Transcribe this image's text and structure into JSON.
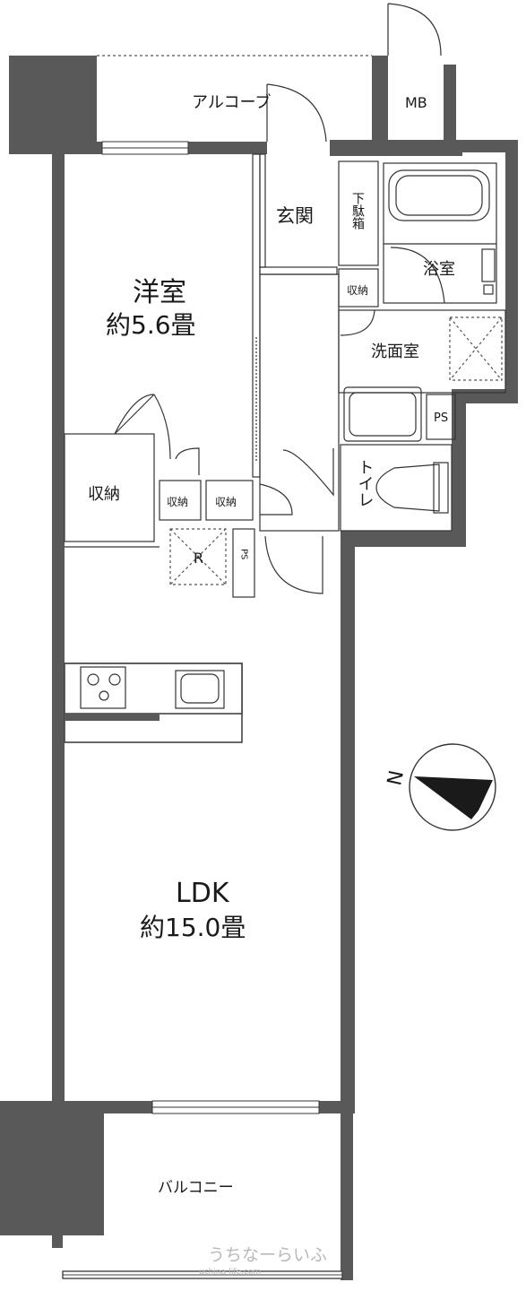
{
  "floorplan": {
    "rooms": {
      "alcove": "アルコーブ",
      "mb": "MB",
      "entrance": "玄関",
      "shoe_box": "下駄箱",
      "western_room_name": "洋室",
      "western_room_size": "約5.6畳",
      "bathroom": "浴室",
      "storage_small": "収納",
      "washroom": "洗面室",
      "ps": "PS",
      "toilet": "トイレ",
      "storage": "収納",
      "storage_a": "収納",
      "storage_b": "収納",
      "refrigerator": "R",
      "ps_vertical": "PS",
      "ldk_name": "LDK",
      "ldk_size": "約15.0畳",
      "balcony": "バルコニー"
    },
    "compass": {
      "label": "N"
    },
    "watermark": {
      "main": "うちなーらいふ",
      "sub": "uchina-life.com"
    },
    "colors": {
      "wall": "#595959",
      "line": "#333333",
      "background": "#ffffff"
    }
  }
}
